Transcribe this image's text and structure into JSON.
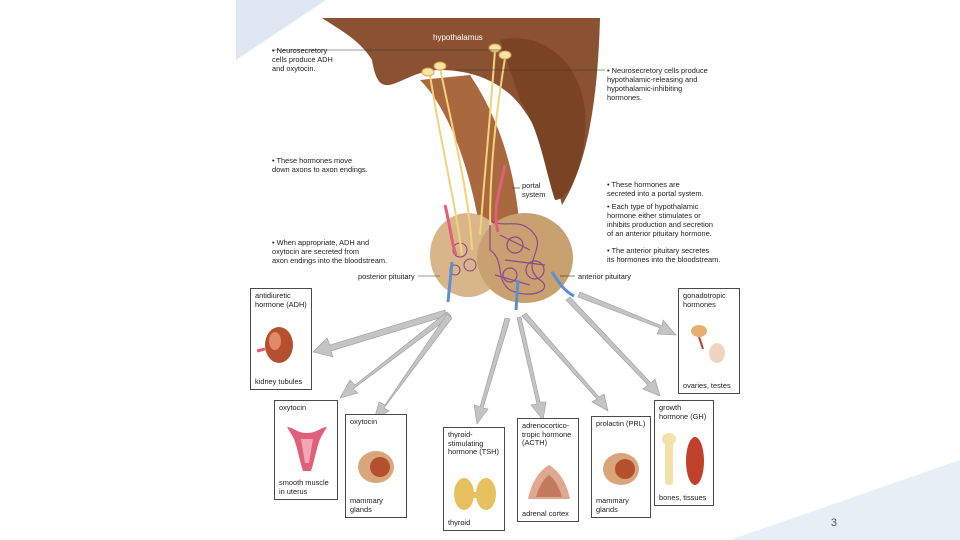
{
  "slide": {
    "page_number": "3"
  },
  "diagram": {
    "region_labels": {
      "hypothalamus": "hypothalamus",
      "portal_system": "portal\nsystem",
      "posterior_pituitary": "posterior pituitary",
      "anterior_pituitary": "anterior pituitary"
    },
    "notes_left": [
      "• Neurosecretory\ncells produce ADH\nand oxytocin.",
      "• These hormones move\ndown axons to axon endings.",
      "• When appropriate, ADH and\noxytocin are secreted from\naxon endings into the bloodstream."
    ],
    "notes_right": [
      "• Neurosecretory cells produce\nhypothalamic-releasing and\nhypothalamic-inhibiting\nhormones.",
      "• These hormones are\nsecreted into a portal system.",
      "• Each type of hypothalamic\nhormone either stimulates or\ninhibits production and secretion\nof an anterior pituitary hormone.",
      "• The anterior pituitary secretes\nits hormones into the bloodstream."
    ],
    "hormone_cards": [
      {
        "hormone": "antidiuretic\nhormone (ADH)",
        "target": "kidney tubules"
      },
      {
        "hormone": "oxytocin",
        "target": "smooth muscle\nin uterus"
      },
      {
        "hormone": "oxytocin",
        "target": "mammary\nglands"
      },
      {
        "hormone": "thyroid-\nstimulating\nhormone (TSH)",
        "target": "thyroid"
      },
      {
        "hormone": "adrenocortico-\ntropic hormone\n(ACTH)",
        "target": "adrenal cortex"
      },
      {
        "hormone": "prolactin (PRL)",
        "target": "mammary\nglands"
      },
      {
        "hormone": "growth\nhormone (GH)",
        "target": "bones, tissues"
      },
      {
        "hormone": "gonadotropic\nhormones",
        "target": "ovaries, testes"
      }
    ]
  },
  "colors": {
    "brain": "#8a5230",
    "axon": "#f3d27a",
    "artery": "#e0607a",
    "vein": "#5a8fd0",
    "pituitary": "#d9b68a",
    "arrow": "#bfbfbf"
  }
}
